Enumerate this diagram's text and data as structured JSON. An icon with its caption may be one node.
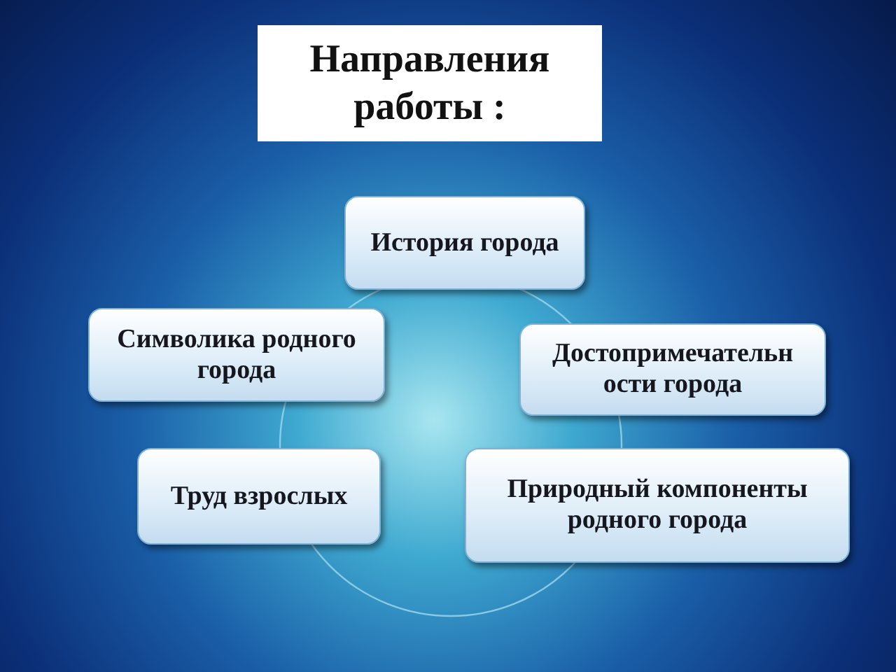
{
  "diagram": {
    "title": "Направления работы :",
    "nodes": [
      {
        "text": [
          "История города"
        ]
      },
      {
        "text": [
          "Символика родного города"
        ]
      },
      {
        "text": [
          "Достопримечательн ости города"
        ]
      },
      {
        "text": [
          "Труд взрослых"
        ]
      },
      {
        "text": [
          "Природный компоненты родного города"
        ]
      }
    ]
  }
}
